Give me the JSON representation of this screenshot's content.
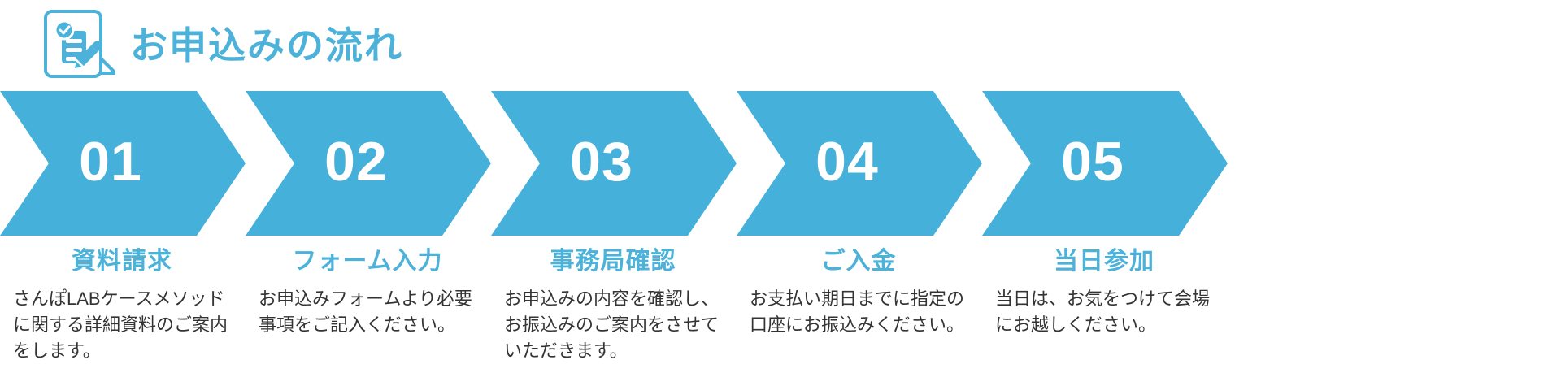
{
  "header": {
    "icon": "document-check-pencil-icon",
    "title": "お申込みの流れ"
  },
  "colors": {
    "accent": "#4cb2d9",
    "chevron": "#45b0da",
    "text": "#333333",
    "background": "#ffffff"
  },
  "steps": [
    {
      "number": "01",
      "title": "資料請求",
      "desc": "さんぽLABケースメソッドに関する詳細資料のご案内をします。"
    },
    {
      "number": "02",
      "title": "フォーム入力",
      "desc": "お申込みフォームより必要事項をご記入ください。"
    },
    {
      "number": "03",
      "title": "事務局確認",
      "desc": "お申込みの内容を確認し、お振込みのご案内をさせていただきます。"
    },
    {
      "number": "04",
      "title": "ご入金",
      "desc": "お支払い期日までに指定の口座にお振込みください。"
    },
    {
      "number": "05",
      "title": "当日参加",
      "desc": "当日は、お気をつけて会場にお越しください。"
    }
  ]
}
